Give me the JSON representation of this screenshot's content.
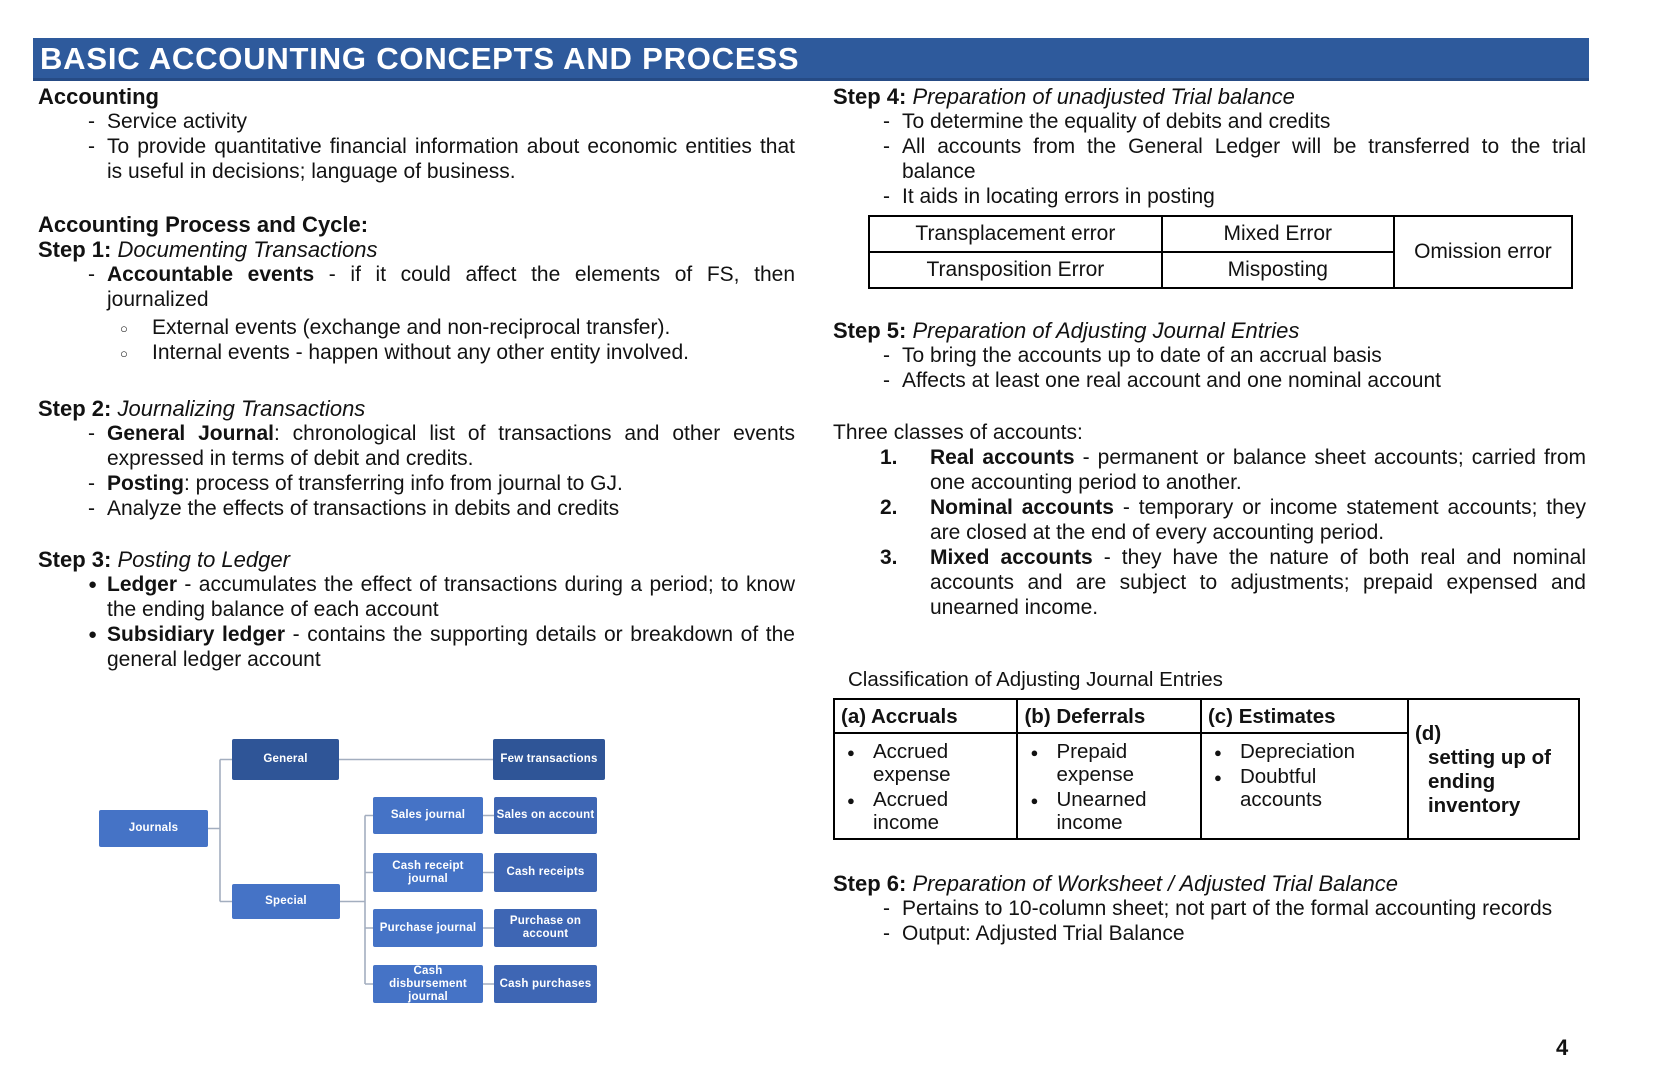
{
  "header": {
    "title": "BASIC ACCOUNTING CONCEPTS AND PROCESS",
    "bar_color": "#2E5A9C"
  },
  "page": {
    "number": "4"
  },
  "left": {
    "accounting": {
      "heading": "Accounting",
      "items": [
        "Service activity",
        "To provide quantitative financial information about economic entities that is useful in decisions; language of business."
      ]
    },
    "process_heading": "Accounting Process and Cycle:",
    "step1": {
      "label": "Step 1:",
      "title": "Documenting Transactions",
      "item_bold": "Accountable events",
      "item_rest": " - if it could affect the elements of FS, then journalized",
      "sub_items": [
        "External events (exchange and non-reciprocal transfer).",
        "Internal events - happen without any other entity involved."
      ]
    },
    "step2": {
      "label": "Step 2:",
      "title": "Journalizing Transactions",
      "items": [
        {
          "bold": "General Journal",
          "rest": ": chronological list of transactions and other events expressed in terms of debit and credits."
        },
        {
          "bold": "Posting",
          "rest": ": process of transferring info from journal to GJ."
        },
        {
          "bold": "",
          "rest": "Analyze the effects of transactions in debits and credits"
        }
      ]
    },
    "step3": {
      "label": "Step 3:",
      "title": "Posting to Ledger",
      "items": [
        {
          "bold": "Ledger",
          "rest": " - accumulates the effect of transactions during a period; to know the ending balance of each account"
        },
        {
          "bold": "Subsidiary ledger",
          "rest": " - contains the supporting details or breakdown of the general ledger account"
        }
      ]
    },
    "diagram": {
      "journals": "Journals",
      "general": "General",
      "few_transactions": "Few transactions",
      "special": "Special",
      "sales_journal": "Sales journal",
      "sales_on_account": "Sales on account",
      "cash_receipt_journal": "Cash receipt journal",
      "cash_receipts": "Cash receipts",
      "purchase_journal": "Purchase journal",
      "purchase_on_account": "Purchase on account",
      "cash_disbursement_journal": "Cash disbursement journal",
      "cash_purchases": "Cash purchases",
      "colors": {
        "dark": "#2F5597",
        "medium": "#4573C6",
        "result": "#3E66B4",
        "connector": "#A3AEBF"
      }
    }
  },
  "right": {
    "step4": {
      "label": "Step 4:",
      "title": "Preparation of unadjusted Trial balance",
      "items": [
        "To determine the equality of debits and credits",
        "All accounts from the General Ledger will be transferred to the trial balance",
        "It aids in locating errors in posting"
      ],
      "error_table": {
        "rows": [
          [
            "Transplacement error",
            "Mixed Error"
          ],
          [
            "Transposition Error",
            "Misposting"
          ]
        ],
        "merged": "Omission error"
      }
    },
    "step5": {
      "label": "Step 5:",
      "title": "Preparation of Adjusting Journal Entries",
      "items": [
        "To bring the accounts up to date of an accrual basis",
        "Affects at least one real account and one nominal account"
      ]
    },
    "classes": {
      "heading": "Three classes of accounts:",
      "items": [
        {
          "num": "1.",
          "bold": "Real accounts",
          "rest": " - permanent or balance sheet accounts; carried from one accounting period to another."
        },
        {
          "num": "2.",
          "bold": "Nominal accounts",
          "rest": " - temporary or income statement accounts; they are closed at the end of every accounting period."
        },
        {
          "num": "3.",
          "bold": "Mixed accounts",
          "rest": " - they have the nature of both real and nominal accounts and are subject to adjustments; prepaid expensed and unearned income."
        }
      ]
    },
    "aje": {
      "caption": "Classification of Adjusting Journal Entries",
      "columns": [
        {
          "header": "(a) Accruals",
          "items": [
            "Accrued expense",
            "Accrued income"
          ]
        },
        {
          "header": "(b) Deferrals",
          "items": [
            "Prepaid expense",
            "Unearned income"
          ]
        },
        {
          "header": "(c) Estimates",
          "items": [
            "Depreciation",
            "Doubtful accounts"
          ]
        }
      ],
      "d_label": "(d)",
      "d_text": "setting up of ending inventory"
    },
    "step6": {
      "label": "Step 6:",
      "title": "Preparation of Worksheet / Adjusted Trial Balance",
      "items": [
        "Pertains to 10-column sheet; not part of the formal accounting records",
        "Output: Adjusted Trial Balance"
      ]
    }
  }
}
